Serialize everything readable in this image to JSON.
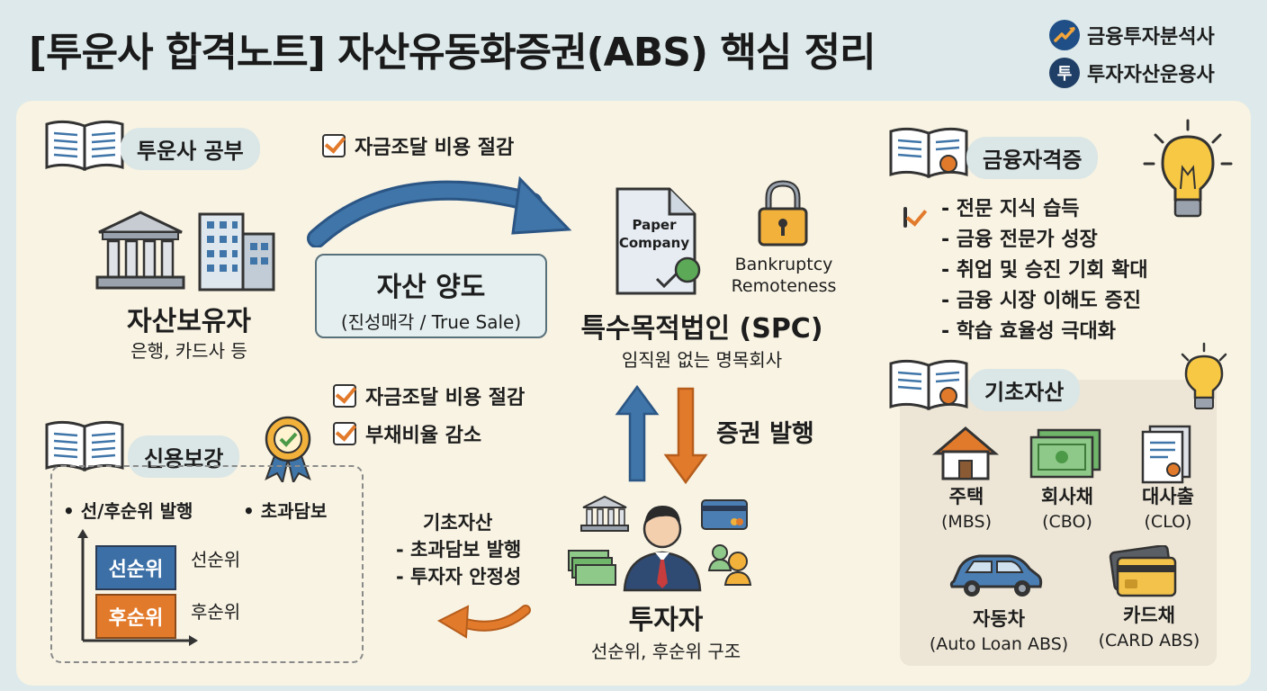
{
  "header": {
    "title": "[투운사 합격노트] 자산유동화증권(ABS) 핵심 정리",
    "brand_1": "금융투자분석사",
    "brand_2": "투자자산운용사",
    "brand_2_logo_char": "투"
  },
  "left": {
    "study_tag": "투운사 공부",
    "holder_title": "자산보유자",
    "holder_sub": "은행, 카드사 등",
    "credit_tag": "신용보강",
    "credit_bullet_1": "선/후순위 발행",
    "credit_bullet_2": "초과담보",
    "senior_bar": "선순위",
    "junior_bar": "후순위",
    "senior_label": "선순위",
    "junior_label": "후순위"
  },
  "middle": {
    "check_top": "자금조달 비용 절감",
    "transfer_title": "자산 양도",
    "transfer_sub": "(진성매각 / True Sale)",
    "check_mid_1": "자금조달 비용 절감",
    "check_mid_2": "부채비율 감소",
    "base_note_title": "기초자산",
    "base_note_1": "- 초과담보 발행",
    "base_note_2": "- 투자자 안정성"
  },
  "spc": {
    "doc_line_1": "Paper",
    "doc_line_2": "Company",
    "lock_line_1": "Bankruptcy",
    "lock_line_2": "Remoteness",
    "title": "특수목적법인 (SPC)",
    "sub": "임직원 없는 명목회사",
    "issue_label": "증권 발행"
  },
  "investor": {
    "title": "투자자",
    "sub": "선순위, 후순위 구조"
  },
  "right": {
    "cert_tag": "금융자격증",
    "cert_items": [
      "- 전문 지식 습득",
      "- 금융 전문가 성장",
      "- 취업 및 승진 기회 확대",
      "- 금융 시장 이해도 증진",
      "- 학습 효율성 극대화"
    ],
    "base_tag": "기초자산",
    "assets": [
      {
        "name": "주택",
        "code": "(MBS)"
      },
      {
        "name": "회사채",
        "code": "(CBO)"
      },
      {
        "name": "대사출",
        "code": "(CLO)"
      },
      {
        "name": "자동차",
        "code": "(Auto Loan ABS)"
      },
      {
        "name": "카드채",
        "code": "(CARD ABS)"
      }
    ]
  },
  "colors": {
    "blue_arrow": "#3f75a8",
    "orange_arrow": "#e27a2b",
    "senior": "#3b6fa6",
    "junior": "#e27a2b",
    "panel": "#f8f3e3",
    "background": "#dde9ea"
  }
}
